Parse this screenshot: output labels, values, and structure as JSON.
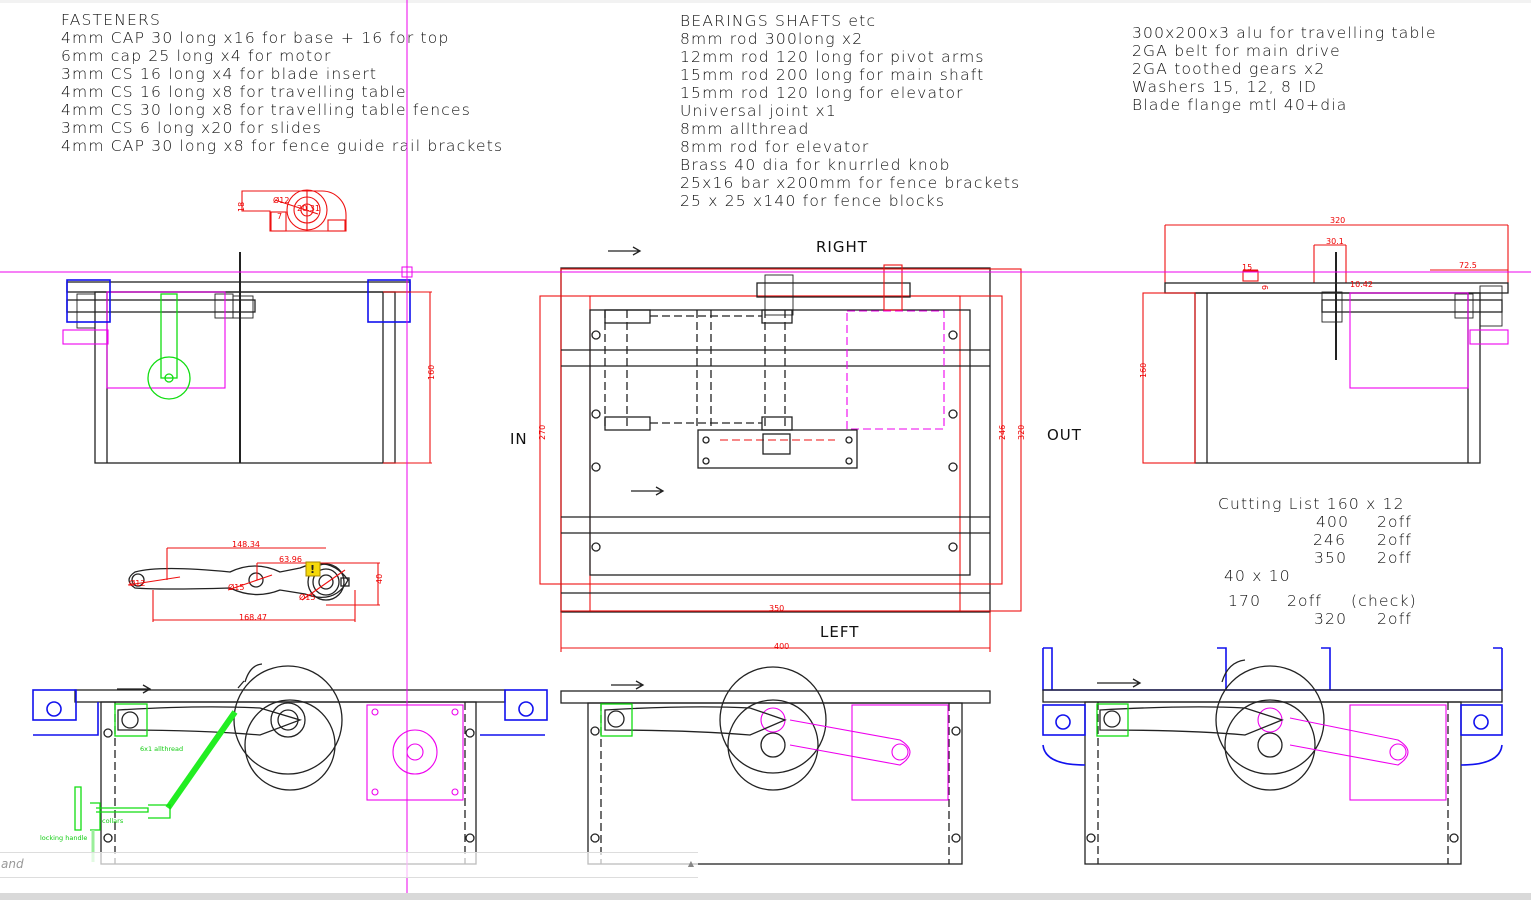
{
  "fasteners": {
    "title": "FASTENERS",
    "lines": [
      "4mm CAP 30 long x16 for base + 16 for top",
      "6mm cap 25 long x4 for motor",
      "3mm CS 16 long x4 for blade insert",
      "4mm CS 16 long x8 for travelling table",
      "4mm CS 30 long x8 for travelling table fences",
      "3mm CS 6 long  x20 for slides",
      "4mm CAP 30 long x8 for fence guide rail brackets"
    ]
  },
  "bearings": {
    "title": "BEARINGS SHAFTS etc",
    "lines": [
      "8mm rod 300long x2",
      "12mm rod 120 long for pivot arms",
      "15mm rod 200  long for main shaft",
      "15mm rod 120 long for elevator",
      "Universal joint x1",
      "8mm allthread",
      "8mm rod for elevator",
      "Brass 40 dia for knurrled knob",
      "25x16 bar x200mm for fence brackets",
      "25 x 25 x140 for fence blocks"
    ]
  },
  "materials": {
    "lines": [
      "300x200x3 alu for travelling table",
      "2GA belt for main drive",
      "2GA toothed gears x2",
      "Washers 15, 12, 8 ID",
      "Blade flange mtl 40+dia"
    ]
  },
  "cutting_list": {
    "title": "Cutting List 160 x 12",
    "rows": [
      {
        "length": "400",
        "qty": "2off"
      },
      {
        "length": "246",
        "qty": "2off"
      },
      {
        "length": "350",
        "qty": "2off"
      }
    ],
    "section2": "40 x 10",
    "row_170": {
      "length": "170",
      "qty": "2off",
      "note": "(check)"
    },
    "row_320": {
      "length": "320",
      "qty": "2off"
    }
  },
  "plan_view": {
    "right": "RIGHT",
    "left": "LEFT",
    "in": "IN",
    "out": "OUT",
    "dims": {
      "d270": "270",
      "d246": "246",
      "d320": "320",
      "d350": "350",
      "d400": "400"
    }
  },
  "dimensions": {
    "left_height": "160",
    "right_height": "160",
    "bearing_h": "18",
    "bearing_d12": "Ø12",
    "bearing_d": "20.31",
    "bearing_7": "7",
    "arm_148": "148.34",
    "arm_63": "63.96",
    "arm_168": "168.47",
    "arm_d12": "Ø12",
    "arm_d15a": "Ø15",
    "arm_d15b": "Ø15",
    "arm_40": "40",
    "top_320": "320",
    "top_30": "30.1",
    "top_15": "15",
    "top_72": "72.5",
    "top_10": "10.42",
    "top_9": "9"
  },
  "annotations": {
    "allthread": "6x1 allthread",
    "collars": "collars",
    "locking_handle": "locking handle"
  },
  "command_line": {
    "text": "and"
  },
  "colors": {
    "dimension": "#ee1111",
    "crosshair": "#ee00ee",
    "green": "#11dd11",
    "blue": "#1111ee",
    "warning": "#f5d90a"
  }
}
